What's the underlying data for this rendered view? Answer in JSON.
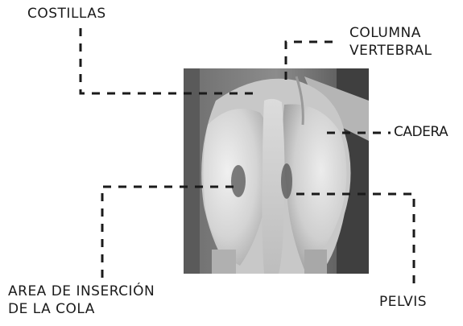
{
  "labels": {
    "costillas": "COSTILLAS",
    "columna_line1": "COLUMNA",
    "columna_line2": "VERTEBRAL",
    "cadera": "CADERA",
    "area_line1": "AREA DE INSERCIÓN",
    "area_line2": "DE LA COLA",
    "pelvis": "PELVIS"
  },
  "colors": {
    "ink": "#1a1a1a",
    "photo_dark": "#4a4a4a",
    "photo_mid": "#9a9a9a",
    "photo_light": "#e2e2e2"
  }
}
